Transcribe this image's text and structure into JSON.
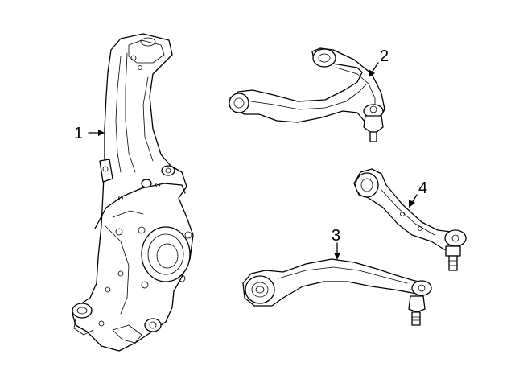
{
  "diagram": {
    "callouts": [
      {
        "id": "1",
        "label": "1",
        "part_icon": "steering-knuckle-icon"
      },
      {
        "id": "2",
        "label": "2",
        "part_icon": "upper-control-arm-icon"
      },
      {
        "id": "3",
        "label": "3",
        "part_icon": "lower-rear-control-arm-icon"
      },
      {
        "id": "4",
        "label": "4",
        "part_icon": "lower-front-control-arm-icon"
      }
    ],
    "line_color": "#000000",
    "background_color": "#ffffff"
  }
}
